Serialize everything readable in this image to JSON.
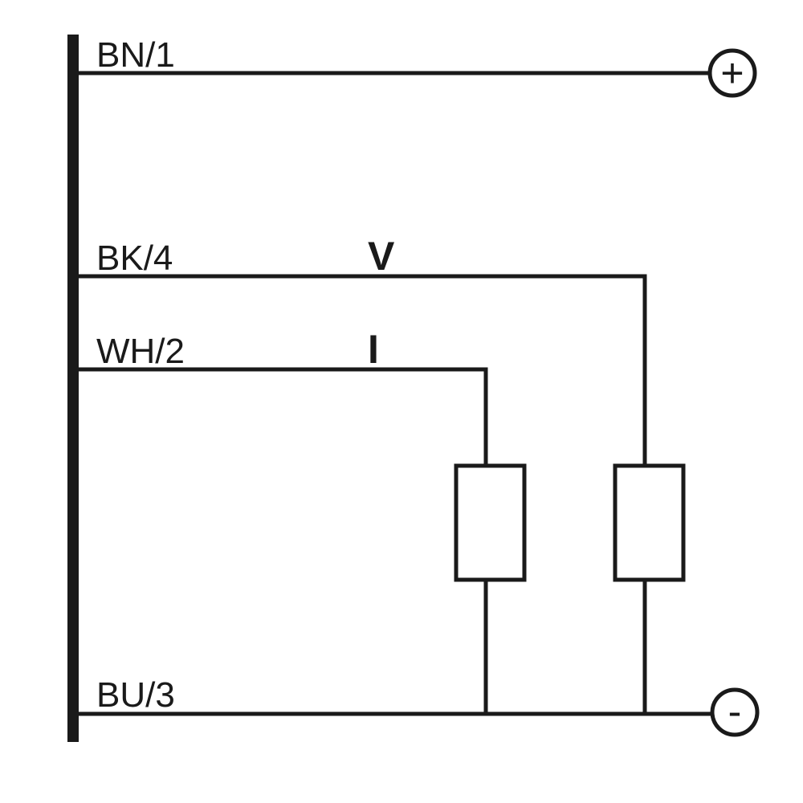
{
  "wires": {
    "bn": "BN/1",
    "bk": "BK/4",
    "wh": "WH/2",
    "bu": "BU/3"
  },
  "signals": {
    "voltage": "V",
    "current": "I"
  },
  "terminals": {
    "plus": "+",
    "minus": "-"
  },
  "colors": {
    "line": "#1a1a1a",
    "background": "#ffffff"
  }
}
